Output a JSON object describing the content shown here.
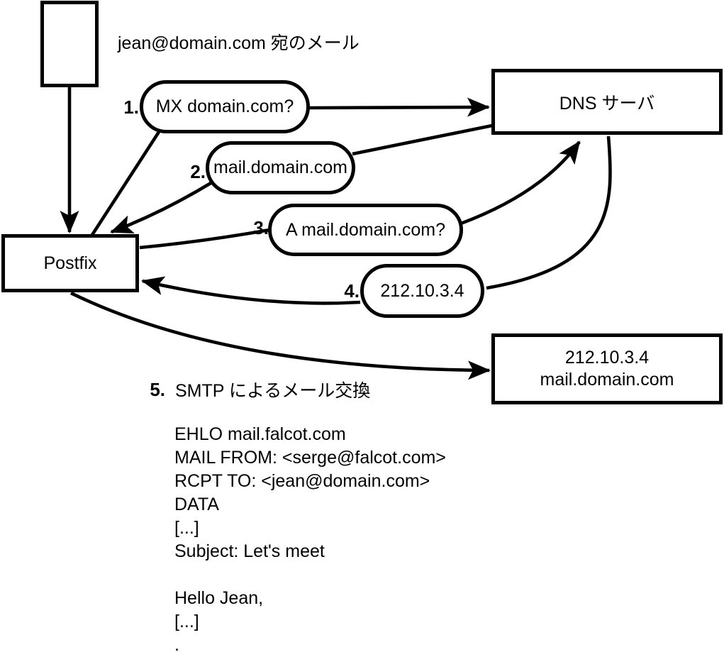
{
  "title": "jean@domain.com 宛のメール",
  "nodes": {
    "postfix": "Postfix",
    "dns_server": "DNS サーバ",
    "mail_server": {
      "line1": "212.10.3.4",
      "line2": "mail.domain.com"
    }
  },
  "steps": [
    {
      "num": "1.",
      "label": "MX domain.com?"
    },
    {
      "num": "2.",
      "label": "mail.domain.com"
    },
    {
      "num": "3.",
      "label": "A mail.domain.com?"
    },
    {
      "num": "4.",
      "label": "212.10.3.4"
    },
    {
      "num": "5.",
      "label": "SMTP によるメール交換"
    }
  ],
  "smtp": {
    "lines": [
      "EHLO mail.falcot.com",
      "MAIL FROM: <serge@falcot.com>",
      "RCPT TO: <jean@domain.com>",
      "DATA",
      "[...]",
      "Subject: Let's meet",
      "",
      "Hello Jean,",
      "[...]",
      "."
    ]
  },
  "colors": {
    "line": "#000000",
    "background": "#ffffff",
    "node_fill": "#ffffff"
  }
}
